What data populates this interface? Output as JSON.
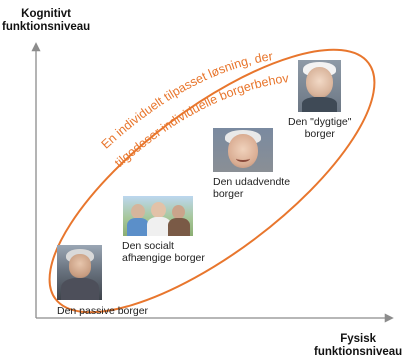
{
  "axes": {
    "y_title_line1": "Kognitivt",
    "y_title_line2": "funktionsniveau",
    "x_title_line1": "Fysisk",
    "x_title_line2": "funktionsniveau"
  },
  "ellipse_text": {
    "line1": "En individuelt tilpasset løsning, der",
    "line2": "tilgodeser individuelle borgerbehov"
  },
  "personas": [
    {
      "line1": "Den passive borger",
      "line2": ""
    },
    {
      "line1": "Den socialt",
      "line2": "afhængige borger"
    },
    {
      "line1": "Den udadvendte",
      "line2": "borger"
    },
    {
      "line1": "Den \"dygtige\"",
      "line2": "borger"
    }
  ],
  "colors": {
    "accent": "#e8762d",
    "axis": "#8c8c8c"
  }
}
